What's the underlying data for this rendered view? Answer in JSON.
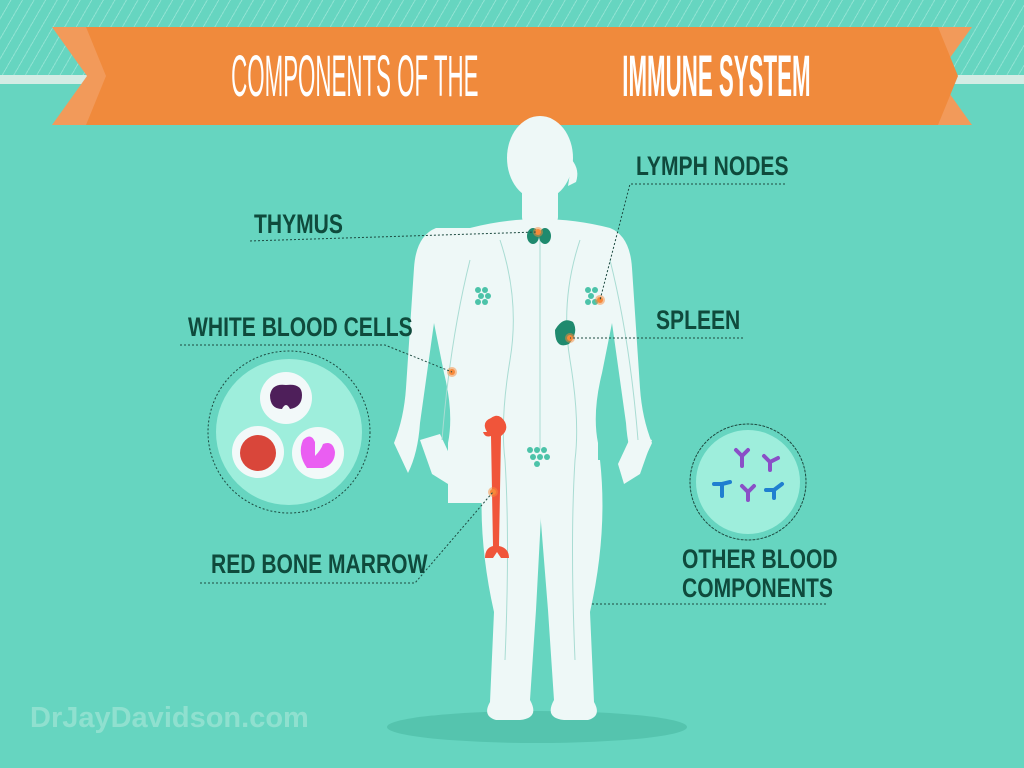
{
  "title": {
    "light": "COMPONENTS OF THE",
    "bold": "IMMUNE SYSTEM"
  },
  "labels": {
    "thymus": "THYMUS",
    "lymph_nodes": "LYMPH NODES",
    "white_blood_cells": "WHITE BLOOD CELLS",
    "spleen": "SPLEEN",
    "red_bone_marrow": "RED BONE MARROW",
    "other_blood_components_1": "OTHER BLOOD",
    "other_blood_components_2": "COMPONENTS"
  },
  "watermark": "DrJayDavidson.com",
  "colors": {
    "background": "#66d5c0",
    "banner": "#f08a3c",
    "banner_tab": "#f29a5a",
    "label": "#0f4a3c",
    "body": "#eef8f7",
    "marrow": "#f0553a",
    "highlight": "#f7893a"
  }
}
